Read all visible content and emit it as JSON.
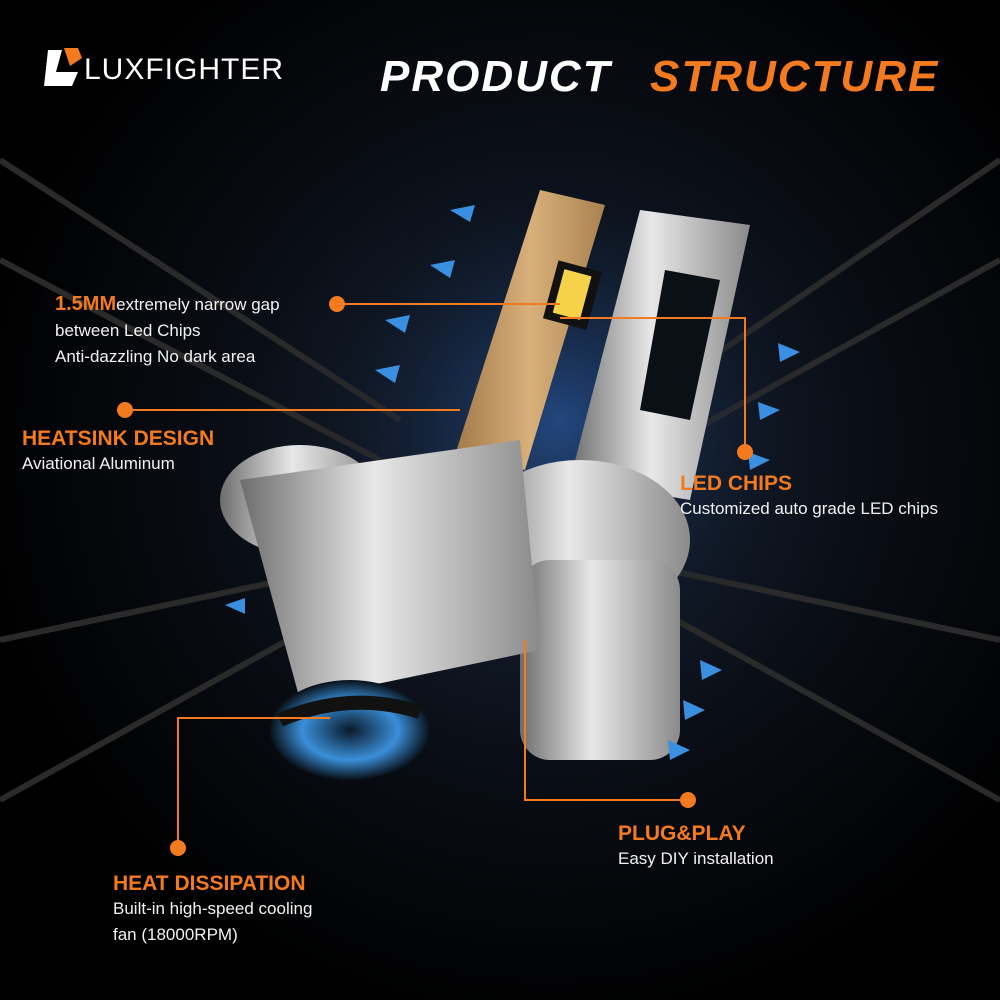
{
  "brand": {
    "name": "LUXFIGHTER"
  },
  "title": {
    "part1": "PRODUCT",
    "part2": "STRUCTURE"
  },
  "callouts": {
    "gap": {
      "highlight": "1.5MM",
      "line1": "extremely narrow gap",
      "line2": "between Led Chips",
      "line3": "Anti-dazzling No dark area"
    },
    "heatsink": {
      "heading": "HEATSINK DESIGN",
      "text": "Aviational Aluminum"
    },
    "led": {
      "heading": "LED CHIPS",
      "text": "Customized auto grade LED chips"
    },
    "plug": {
      "heading": "PLUG&PLAY",
      "text": "Easy DIY installation"
    },
    "heat": {
      "heading": "HEAT DISSIPATION",
      "line1": "Built-in high-speed cooling",
      "line2": "fan (18000RPM)"
    }
  },
  "colors": {
    "accent": "#f47a1f",
    "background": "#000000"
  }
}
